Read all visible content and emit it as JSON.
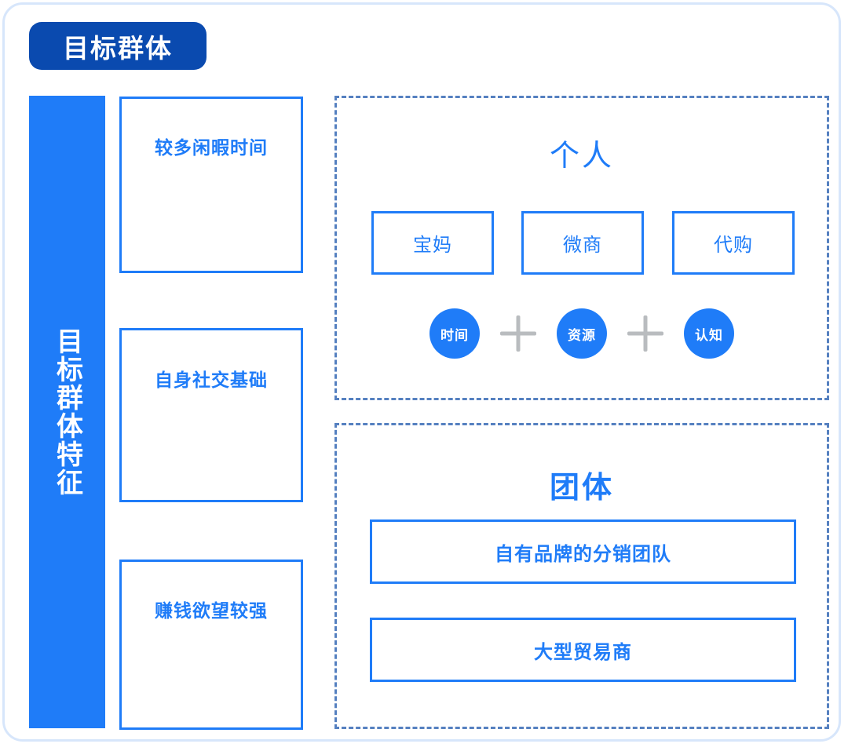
{
  "diagram": {
    "title_badge": "目标群体",
    "accent_blue": "#1f7cf8",
    "badge_blue": "#0a4aaf",
    "dashed_border_blue": "#5580c0",
    "outer_border_blue": "#d7e6fb",
    "plus_gray": "#b9bcbf"
  },
  "left_column": {
    "vertical_label": "目标群体特征",
    "traits": [
      {
        "label": "较多闲暇时间"
      },
      {
        "label": "自身社交基础"
      },
      {
        "label": "赚钱欲望较强"
      }
    ]
  },
  "panels": [
    {
      "heading": "个人",
      "roles": [
        {
          "label": "宝妈"
        },
        {
          "label": "微商"
        },
        {
          "label": "代购"
        }
      ],
      "equation": {
        "terms": [
          {
            "label": "时间"
          },
          {
            "label": "资源"
          },
          {
            "label": "认知"
          }
        ],
        "operator": "plus-icon"
      }
    },
    {
      "heading": "团体",
      "items": [
        {
          "label": "自有品牌的分销团队"
        },
        {
          "label": "大型贸易商"
        }
      ]
    }
  ]
}
